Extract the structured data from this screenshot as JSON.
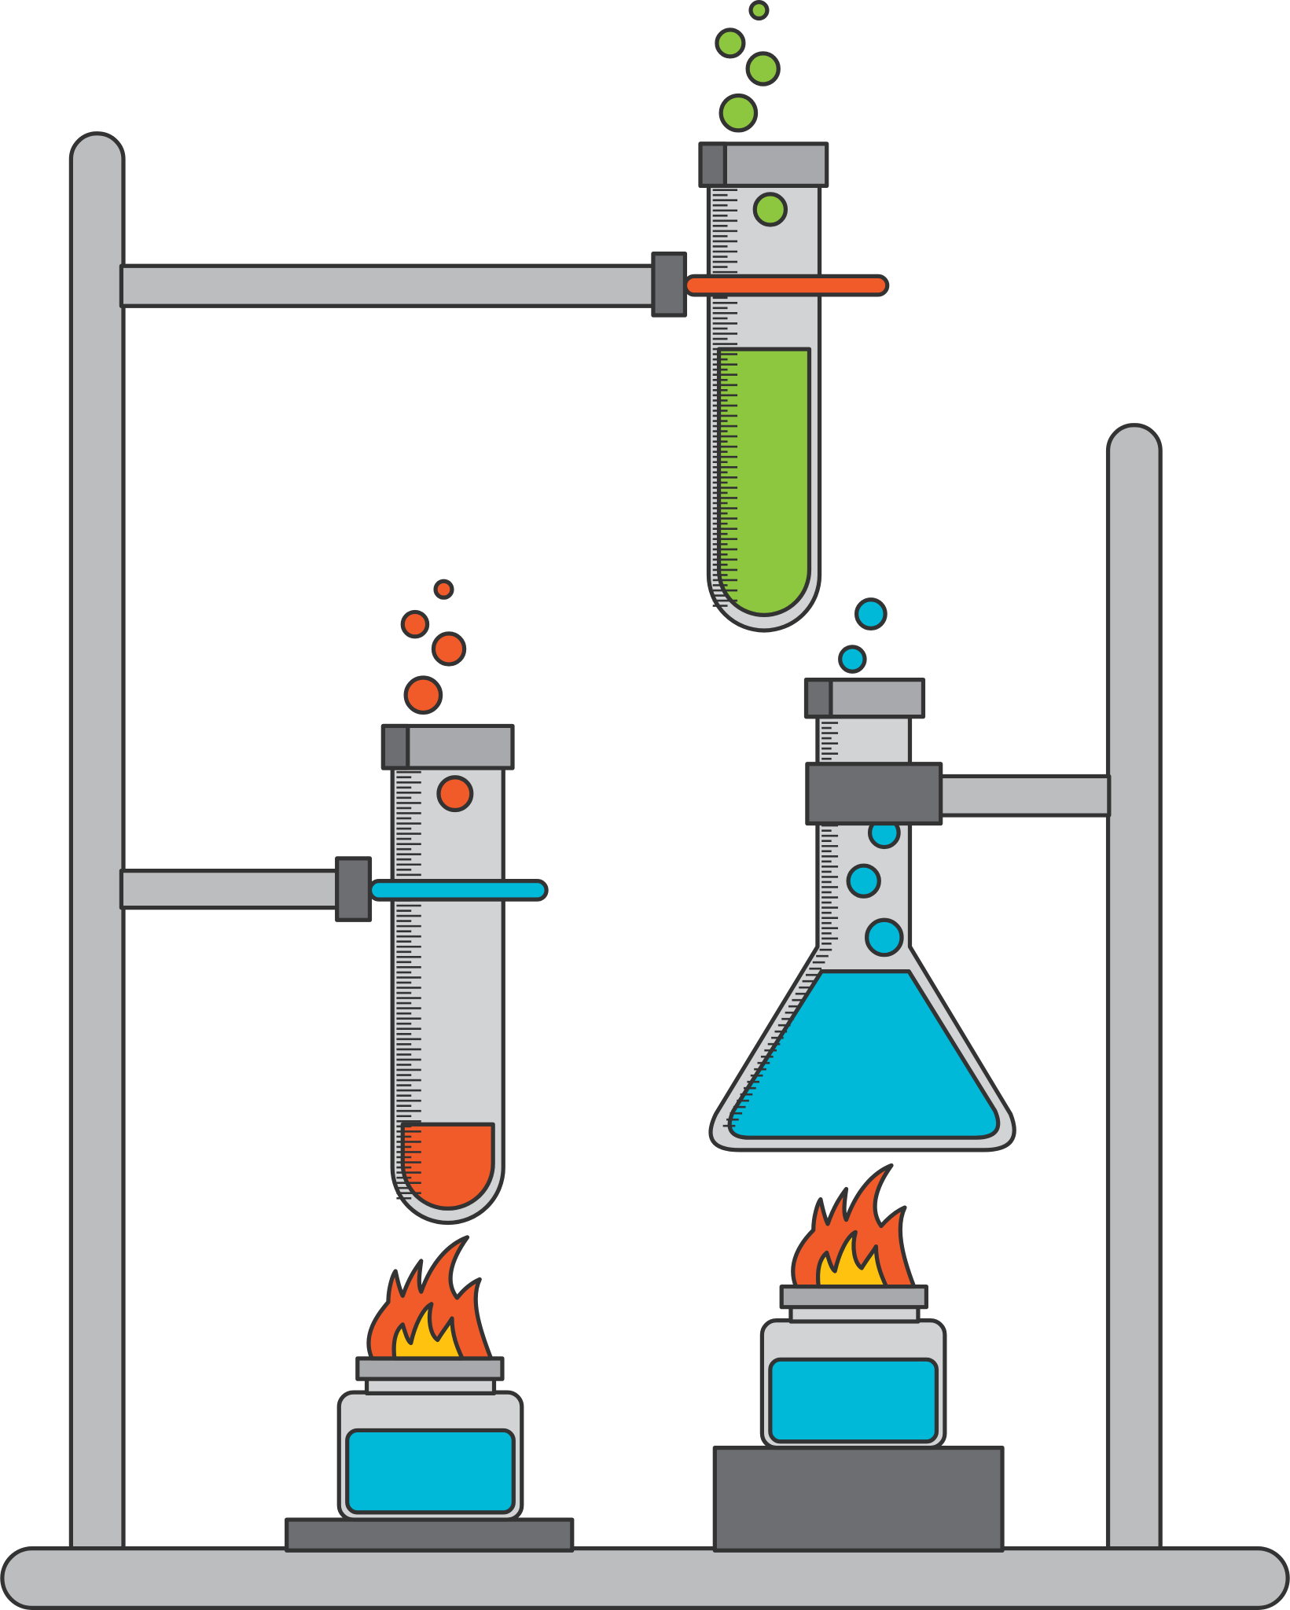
{
  "colors": {
    "outline": "#333333",
    "metal": "#bbbdbf",
    "glass": "#d1d3d4",
    "cap": "#a7a9ac",
    "clamp": "#6d6e71",
    "dark_base": "#58595b",
    "green": "#8dc63f",
    "orange": "#f15a29",
    "blue": "#00b9d9",
    "yellow": "#ffc20e"
  },
  "icons": {
    "stand": "ring-stand-icon",
    "test_tube": "test-tube-icon",
    "flask": "erlenmeyer-flask-icon",
    "burner": "spirit-burner-icon",
    "flame": "flame-icon",
    "bubble": "bubble-icon"
  },
  "liquid_levels": {
    "green_tube": 0.62,
    "orange_tube": 0.2,
    "conical_flask": 0.9,
    "left_burner_fuel": 0.6,
    "right_burner_fuel": 0.6
  }
}
